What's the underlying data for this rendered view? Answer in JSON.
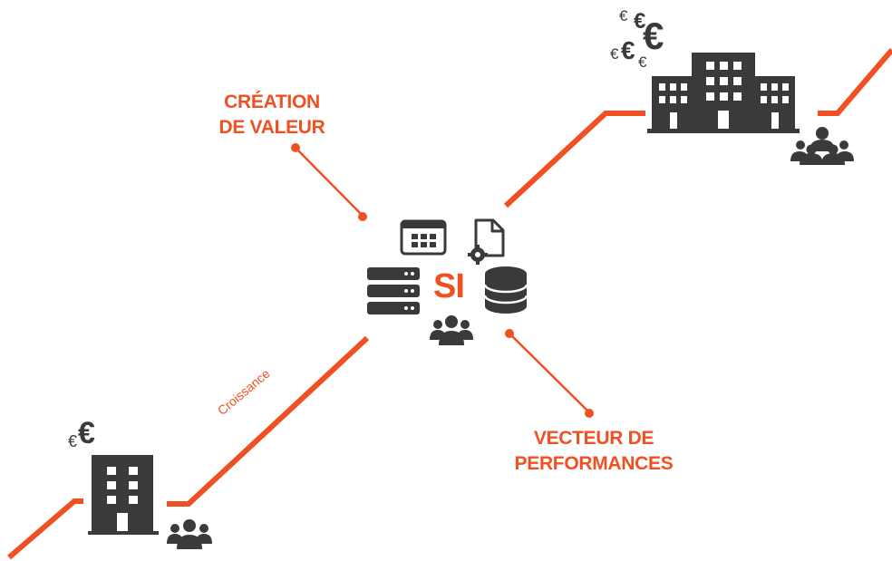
{
  "labels": {
    "creation_line1": "CRÉATION",
    "creation_line2": "DE VALEUR",
    "vecteur_line1": "VECTEUR DE",
    "vecteur_line2": "PERFORMANCES",
    "si": "SI",
    "growth": "Croissance"
  },
  "currency_symbol": "€",
  "colors": {
    "accent": "#f05022",
    "icon": "#3a3a3a"
  },
  "icons": {
    "small_building": "small-building-icon",
    "large_building": "large-building-icon",
    "people": "people-group-icon",
    "server": "server-rack-icon",
    "database": "database-icon",
    "window": "app-window-icon",
    "document": "document-gear-icon",
    "euro": "euro-icon"
  }
}
